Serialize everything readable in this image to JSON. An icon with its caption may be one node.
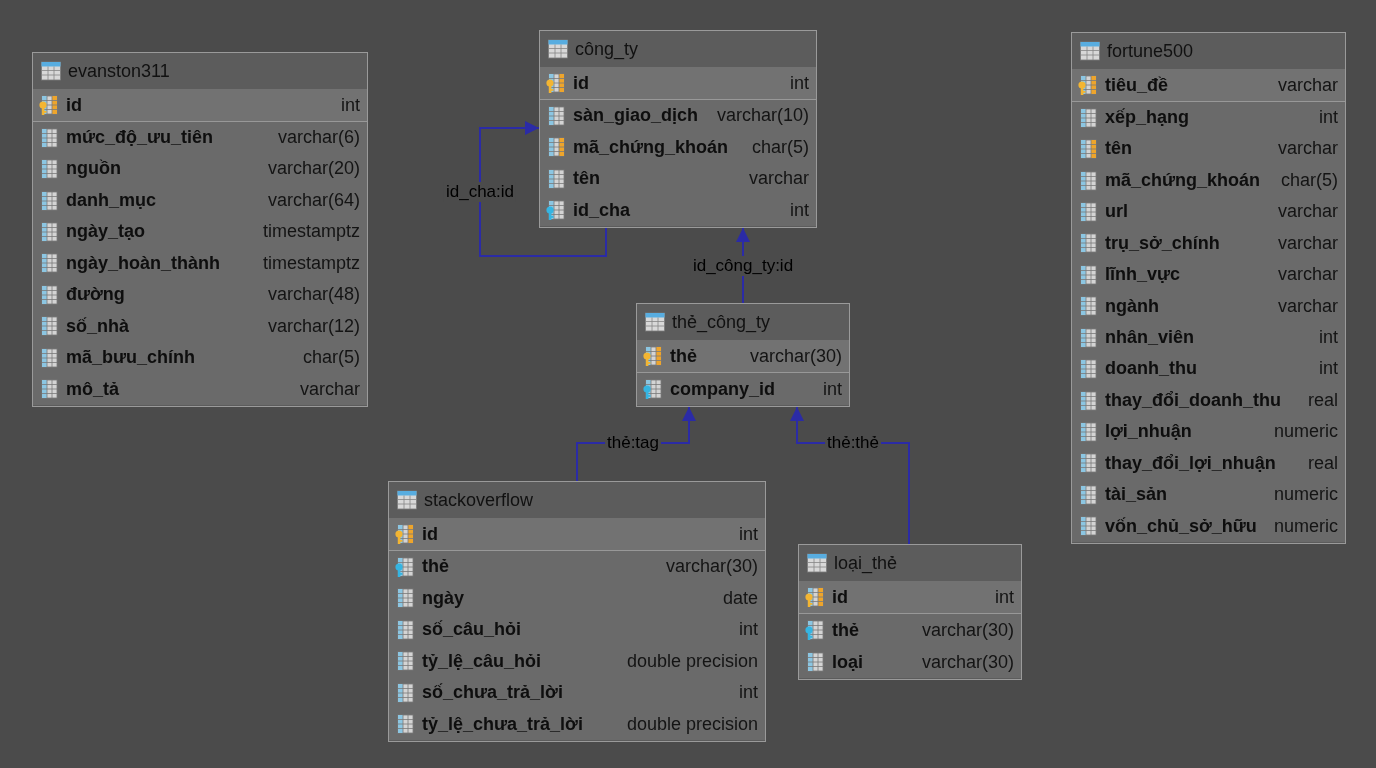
{
  "diagram": {
    "nodes": [
      {
        "text": [
          "evanston311"
        ]
      },
      {
        "text": [
          "id",
          "int"
        ],
        "in": 0
      },
      {
        "text": [
          "mức_độ_ưu_tiên",
          "varchar(6)"
        ],
        "in": 0
      },
      {
        "text": [
          "nguồn",
          "varchar(20)"
        ],
        "in": 0
      },
      {
        "text": [
          "danh_mục",
          "varchar(64)"
        ],
        "in": 0
      },
      {
        "text": [
          "ngày_tạo",
          "timestamptz"
        ],
        "in": 0
      },
      {
        "text": [
          "ngày_hoàn_thành",
          "timestamptz"
        ],
        "in": 0
      },
      {
        "text": [
          "đường",
          "varchar(48)"
        ],
        "in": 0
      },
      {
        "text": [
          "số_nhà",
          "varchar(12)"
        ],
        "in": 0
      },
      {
        "text": [
          "mã_bưu_chính",
          "char(5)"
        ],
        "in": 0
      },
      {
        "text": [
          "mô_tả",
          "varchar"
        ],
        "in": 0
      },
      {
        "text": [
          "công_ty"
        ]
      },
      {
        "text": [
          "id",
          "int"
        ],
        "in": 11
      },
      {
        "text": [
          "sàn_giao_dịch",
          "varchar(10)"
        ],
        "in": 11
      },
      {
        "text": [
          "mã_chứng_khoán",
          "char(5)"
        ],
        "in": 11
      },
      {
        "text": [
          "tên",
          "varchar"
        ],
        "in": 11
      },
      {
        "text": [
          "id_cha",
          "int"
        ],
        "in": 11
      },
      {
        "text": [
          "fortune500"
        ]
      },
      {
        "text": [
          "tiêu_đề",
          "varchar"
        ],
        "in": 17
      },
      {
        "text": [
          "xếp_hạng",
          "int"
        ],
        "in": 17
      },
      {
        "text": [
          "tên",
          "varchar"
        ],
        "in": 17
      },
      {
        "text": [
          "mã_chứng_khoán",
          "char(5)"
        ],
        "in": 17
      },
      {
        "text": [
          "url",
          "varchar"
        ],
        "in": 17
      },
      {
        "text": [
          "trụ_sở_chính",
          "varchar"
        ],
        "in": 17
      },
      {
        "text": [
          "lĩnh_vực",
          "varchar"
        ],
        "in": 17
      },
      {
        "text": [
          "ngành",
          "varchar"
        ],
        "in": 17
      },
      {
        "text": [
          "nhân_viên",
          "int"
        ],
        "in": 17
      },
      {
        "text": [
          "doanh_thu",
          "int"
        ],
        "in": 17
      },
      {
        "text": [
          "thay_đổi_doanh_thu",
          "real"
        ],
        "in": 17
      },
      {
        "text": [
          "lợi_nhuận",
          "numeric"
        ],
        "in": 17
      },
      {
        "text": [
          "thay_đổi_lợi_nhuận",
          "real"
        ],
        "in": 17
      },
      {
        "text": [
          "tài_sản",
          "numeric"
        ],
        "in": 17
      },
      {
        "text": [
          "vốn_chủ_sở_hữu",
          "numeric"
        ],
        "in": 17
      },
      {
        "text": [
          "thẻ_công_ty"
        ]
      },
      {
        "text": [
          "thẻ",
          "varchar(30)"
        ],
        "in": 33
      },
      {
        "text": [
          "company_id",
          "int"
        ],
        "in": 33
      },
      {
        "text": [
          "stackoverflow"
        ]
      },
      {
        "text": [
          "id",
          "int"
        ],
        "in": 36
      },
      {
        "text": [
          "thẻ",
          "varchar(30)"
        ],
        "in": 36
      },
      {
        "text": [
          "ngày",
          "date"
        ],
        "in": 36
      },
      {
        "text": [
          "số_câu_hỏi",
          "int"
        ],
        "in": 36
      },
      {
        "text": [
          "tỷ_lệ_câu_hỏi",
          "double precision"
        ],
        "in": 36
      },
      {
        "text": [
          "số_chưa_trả_lời",
          "int"
        ],
        "in": 36
      },
      {
        "text": [
          "tỷ_lệ_chưa_trả_lời",
          "double precision"
        ],
        "in": 36
      },
      {
        "text": [
          "loại_thẻ"
        ]
      },
      {
        "text": [
          "id",
          "int"
        ],
        "in": 44
      },
      {
        "text": [
          "thẻ",
          "varchar(30)"
        ],
        "in": 44
      },
      {
        "text": [
          "loại",
          "varchar(30)"
        ],
        "in": 44
      }
    ],
    "edges": [
      {
        "from": 16,
        "to": 11,
        "arrow": "to",
        "label": "id_cha:id"
      },
      {
        "from": 33,
        "to": 11,
        "arrow": "to",
        "label": "id_công_ty:id"
      },
      {
        "from": 36,
        "to": 33,
        "arrow": "to",
        "label": "thẻ:tag"
      },
      {
        "from": 44,
        "to": 33,
        "arrow": "to",
        "label": "thẻ:thẻ"
      }
    ]
  }
}
